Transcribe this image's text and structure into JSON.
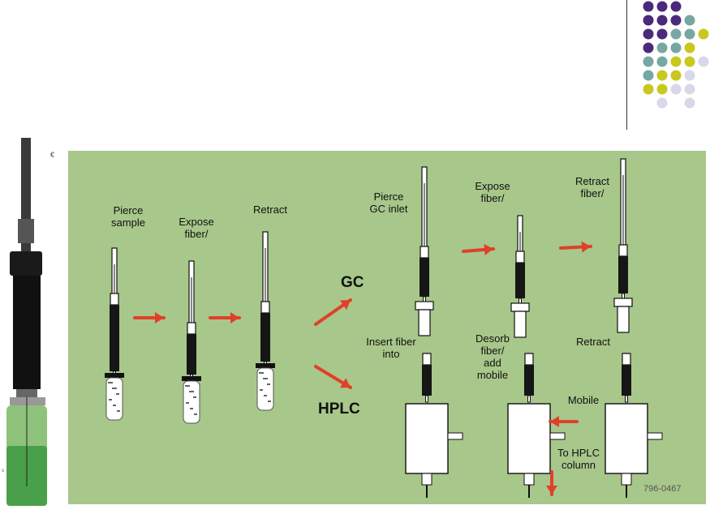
{
  "palette": {
    "purple": "#4b2a7c",
    "teal": "#76a7a3",
    "yellow": "#c8c81e",
    "lavender": "#d9d8ea",
    "panel_green": "#a8c78a",
    "arrow_red": "#e0402a"
  },
  "photo": {
    "symbol": "€",
    "caption": "s"
  },
  "diagram": {
    "steps": {
      "pierce_sample": "Pierce\nsample",
      "expose_fiber": "Expose\nfiber/",
      "retract": "Retract",
      "pierce_gc_inlet": "Pierce\nGC inlet",
      "expose_fiber_gc": "Expose\nfiber/",
      "retract_fiber_gc": "Retract\nfiber/",
      "insert_fiber_into": "Insert fiber\ninto",
      "desorb_fiber": "Desorb\nfiber/\nadd\nmobile",
      "retract_hplc": "Retract",
      "mobile": "Mobile",
      "to_hplc_column": "To HPLC\ncolumn"
    },
    "paths": {
      "gc": "GC",
      "hplc": "HPLC"
    },
    "code": "796-0467"
  }
}
